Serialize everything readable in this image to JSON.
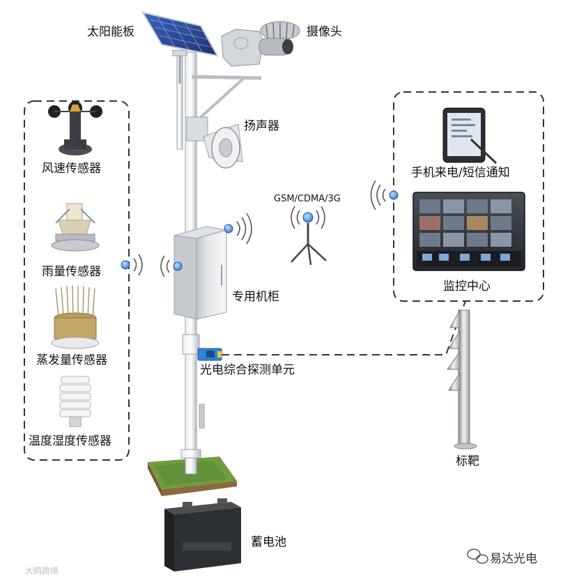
{
  "labels": {
    "solar_panel": "太阳能板",
    "camera": "摄像头",
    "speaker": "扬声器",
    "wind_sensor": "风速传感器",
    "rain_sensor": "雨量传感器",
    "evaporation_sensor": "蒸发量传感器",
    "temp_humidity_sensor": "温度湿度传感器",
    "cabinet": "专用机柜",
    "photo_unit": "光电综合探测单元",
    "network": "GSM/CDMA/3G",
    "phone_notify": "手机来电/短信通知",
    "monitor_center": "监控中心",
    "target": "标靶",
    "battery": "蓄电池"
  },
  "watermarks": {
    "brand": "易达光电",
    "source": "大鸥跨境"
  },
  "colors": {
    "signal": "#3b82d6",
    "dashed_border": "#333333",
    "grass": "#5e8c3a",
    "solar": "#2c4fa0",
    "pole": "#cfd3d8"
  }
}
